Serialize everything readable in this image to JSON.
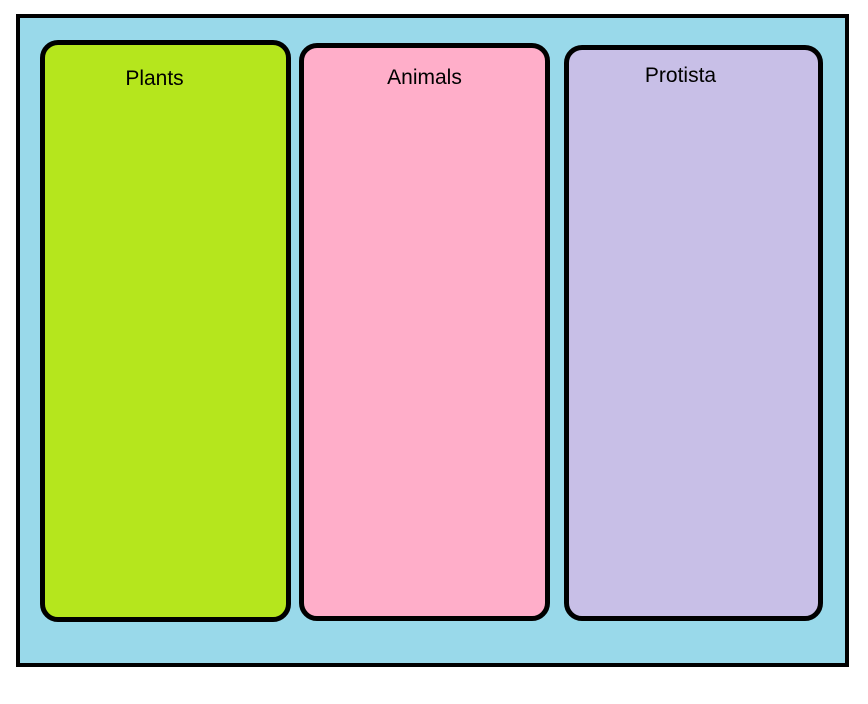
{
  "canvas": {
    "background_color": "#ffffff",
    "outline_color": "#000000"
  },
  "board": {
    "background_color": "#99D9EA",
    "border_color": "#000000"
  },
  "categories": [
    {
      "label": "Plants",
      "fill_color": "#B5E61D"
    },
    {
      "label": "Animals",
      "fill_color": "#FFAEC9"
    },
    {
      "label": "Protista",
      "fill_color": "#C8BFE7"
    }
  ]
}
